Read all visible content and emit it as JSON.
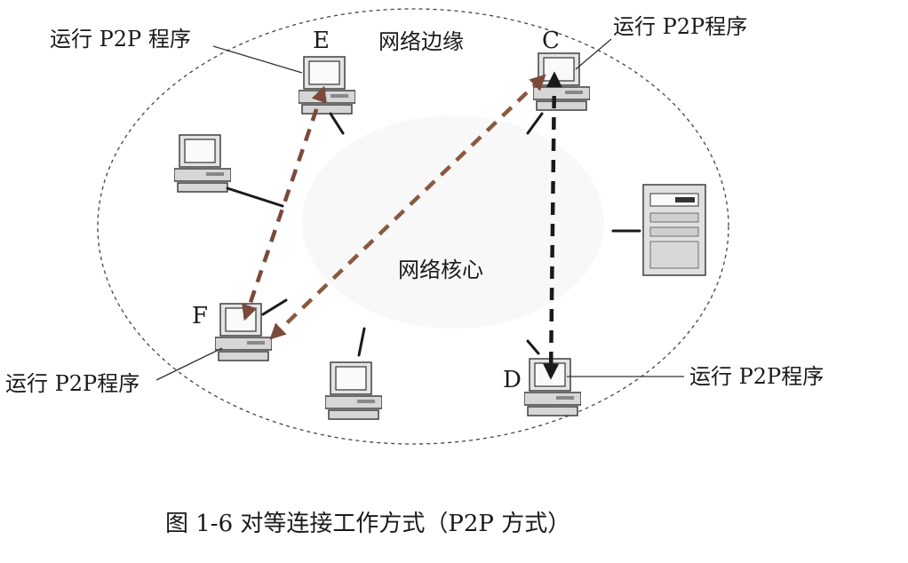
{
  "labels": {
    "edge": "网络边缘",
    "core": "网络核心",
    "run_p2p_e": "运行 P2P 程序",
    "run_p2p_c": "运行 P2P程序",
    "run_p2p_f": "运行 P2P程序",
    "run_p2p_d": "运行 P2P程序"
  },
  "nodes": {
    "E": "E",
    "C": "C",
    "F": "F",
    "D": "D"
  },
  "caption": "图 1-6   对等连接工作方式（P2P 方式）",
  "colors": {
    "p2p_link_ef": "#7a4a3a",
    "p2p_link_fc": "#8a5a40",
    "p2p_link_cd": "#1a1a1a",
    "boundary": "#444444"
  }
}
